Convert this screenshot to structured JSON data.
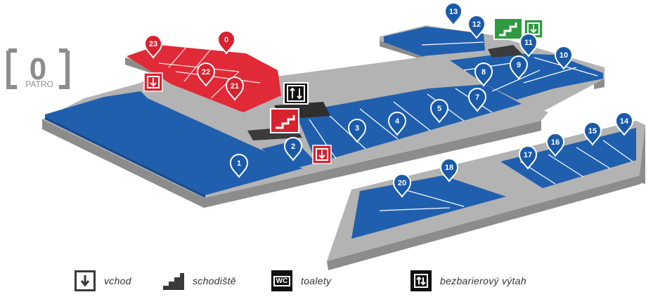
{
  "floor": {
    "code": "0",
    "label": "PATRO"
  },
  "colors": {
    "available": "#1f5fae",
    "occupied": "#e12a38",
    "corridor": "#b3b3b3",
    "marker_blue": "#1a5aa8",
    "marker_red": "#d9222f",
    "exit_green": "#2f9a3f"
  },
  "units": [
    {
      "id": "23",
      "status": "occupied"
    },
    {
      "id": "0",
      "status": "occupied"
    },
    {
      "id": "22",
      "status": "occupied"
    },
    {
      "id": "21",
      "status": "occupied"
    },
    {
      "id": "1",
      "status": "available"
    },
    {
      "id": "2",
      "status": "available"
    },
    {
      "id": "3",
      "status": "available"
    },
    {
      "id": "4",
      "status": "available"
    },
    {
      "id": "5",
      "status": "available"
    },
    {
      "id": "7",
      "status": "available"
    },
    {
      "id": "8",
      "status": "available"
    },
    {
      "id": "9",
      "status": "available"
    },
    {
      "id": "10",
      "status": "available"
    },
    {
      "id": "11",
      "status": "available"
    },
    {
      "id": "12",
      "status": "available"
    },
    {
      "id": "13",
      "status": "available"
    },
    {
      "id": "14",
      "status": "available"
    },
    {
      "id": "15",
      "status": "available"
    },
    {
      "id": "16",
      "status": "available"
    },
    {
      "id": "17",
      "status": "available"
    },
    {
      "id": "18",
      "status": "available"
    },
    {
      "id": "20",
      "status": "available"
    }
  ],
  "legend": [
    {
      "icon": "entrance-icon",
      "label": "vchod"
    },
    {
      "icon": "stairs-icon",
      "label": "schodiště"
    },
    {
      "icon": "wc-icon",
      "label": "toalety",
      "glyph": "WC"
    },
    {
      "icon": "elevator-icon",
      "label": "bezbarierový výtah"
    }
  ]
}
